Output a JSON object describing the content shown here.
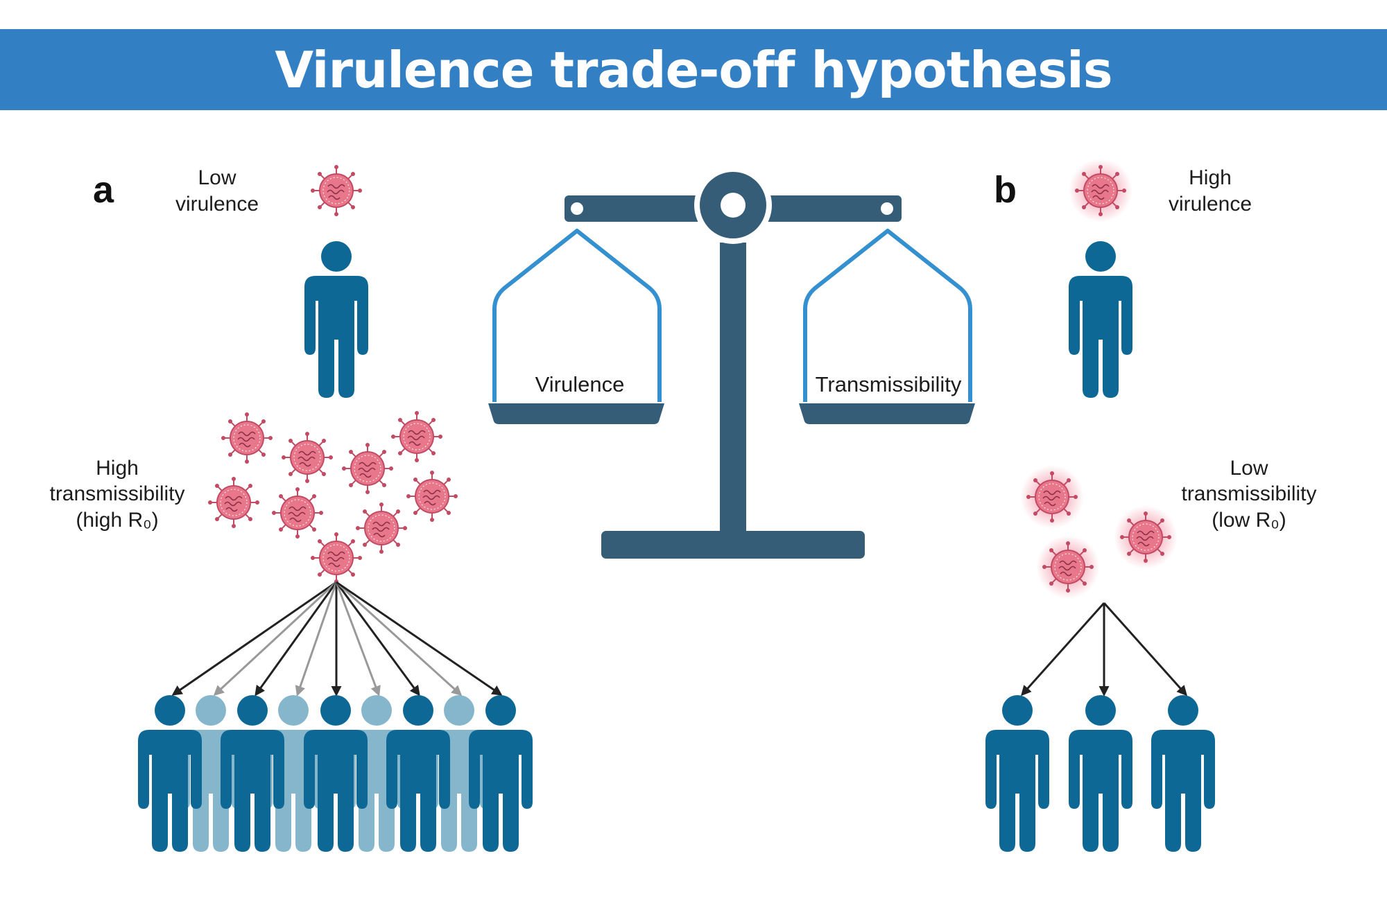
{
  "title": "Virulence trade-off hypothesis",
  "panel_a": {
    "letter": "a",
    "virulence_line1": "Low",
    "virulence_line2": "virulence",
    "transmission_line1": "High",
    "transmission_line2": "transmissibility",
    "transmission_line3": "(high R₀)"
  },
  "panel_b": {
    "letter": "b",
    "virulence_line1": "High",
    "virulence_line2": "virulence",
    "transmission_line1": "Low",
    "transmission_line2": "transmissibility",
    "transmission_line3": "(low R₀)"
  },
  "scale": {
    "left_pan_label": "Virulence",
    "right_pan_label": "Transmissibility"
  },
  "colors": {
    "banner": "#337fc4",
    "person_dark": "#0e6895",
    "person_light": "#86b6cb",
    "scale": "#355d78",
    "pan_rope": "#3590cf",
    "virus": "#d9566f",
    "virus_glow": "#f07c93",
    "arrow_dark": "#222222",
    "arrow_light": "#999999"
  }
}
